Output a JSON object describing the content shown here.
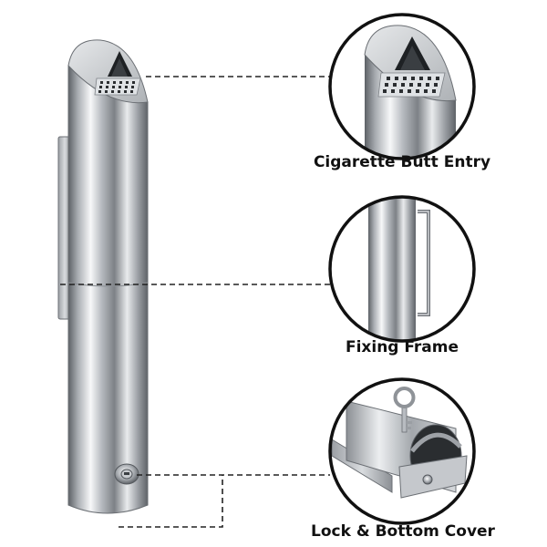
{
  "callouts": [
    {
      "label": "Cigarette Butt Entry",
      "icon": "cigarette-butt-entry-closeup"
    },
    {
      "label": "Fixing Frame",
      "icon": "fixing-frame-closeup"
    },
    {
      "label": "Lock & Bottom Cover",
      "icon": "lock-bottom-cover-closeup"
    }
  ],
  "colors": {
    "steel_dark": "#6f7378",
    "steel_mid": "#b9bdc2",
    "steel_light": "#f4f5f6",
    "outline": "#111111",
    "leader_line": "#222222"
  }
}
